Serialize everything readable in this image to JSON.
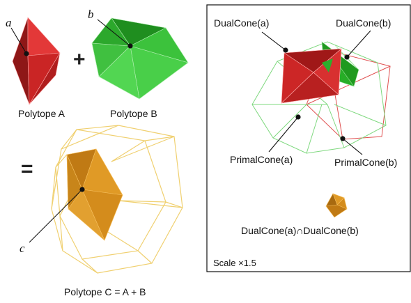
{
  "left_panel": {
    "point_a_label": "a",
    "point_b_label": "b",
    "point_c_label": "c",
    "plus_symbol": "+",
    "equals_symbol": "=",
    "polytope_a_label": "Polytope A",
    "polytope_b_label": "Polytope B",
    "polytope_c_label": "Polytope C = A + B"
  },
  "right_panel": {
    "dualcone_a_label": "DualCone(a)",
    "dualcone_b_label": "DualCone(b)",
    "primalcone_a_label": "PrimalCone(a)",
    "primalcone_b_label": "PrimalCone(b)",
    "intersection_label": "DualCone(a)∩DualCone(b)",
    "scale_label": "Scale ×1.5"
  },
  "colors": {
    "polytope_a": "#d42a2a",
    "polytope_b": "#3cc23c",
    "polytope_c": "#d8921e",
    "wireframe": "#f0d070"
  }
}
